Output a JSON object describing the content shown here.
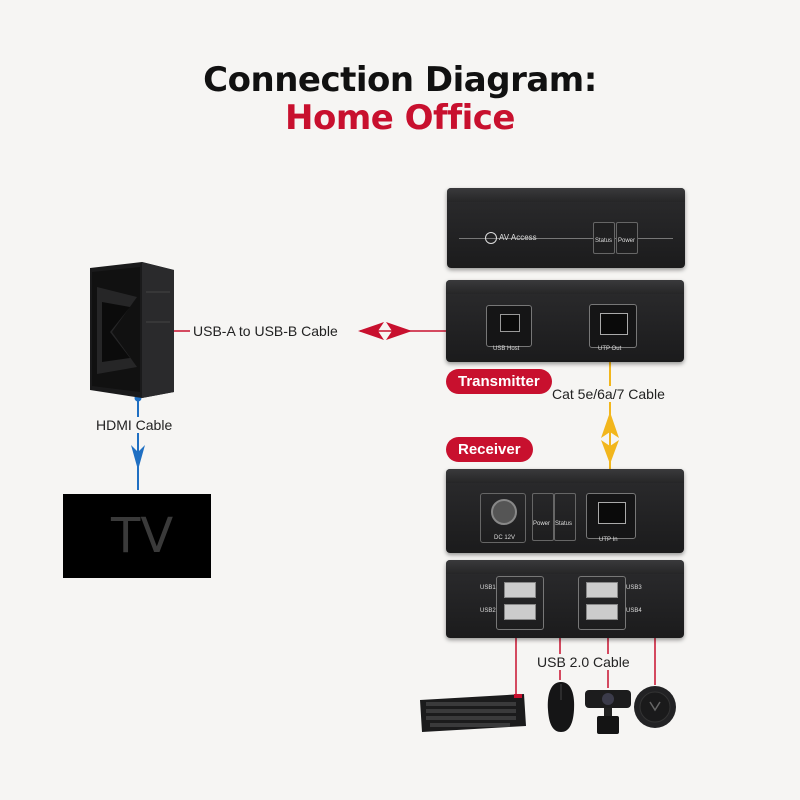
{
  "title": {
    "line1": "Connection Diagram:",
    "line2": "Home Office"
  },
  "labels": {
    "usb_ab": "USB-A to USB-B Cable",
    "hdmi": "HDMI Cable",
    "cat": "Cat 5e/6a/7 Cable",
    "usb20": "USB 2.0 Cable",
    "transmitter": "Transmitter",
    "receiver": "Receiver",
    "tv": "TV"
  },
  "transmitter_front": {
    "brand": "AV Access",
    "status": "Status",
    "power": "Power"
  },
  "transmitter_back": {
    "usb_host": "USB Host",
    "utp_out": "UTP Out"
  },
  "receiver_front": {
    "dc": "DC 12V",
    "power": "Power",
    "status": "Status",
    "utp_in": "UTP In"
  },
  "receiver_back": {
    "usb1": "USB1",
    "usb2": "USB2",
    "usb3": "USB3",
    "usb4": "USB4"
  },
  "colors": {
    "red": "#c8102e",
    "blue": "#1f6fc2",
    "yellow": "#f2b61c"
  }
}
